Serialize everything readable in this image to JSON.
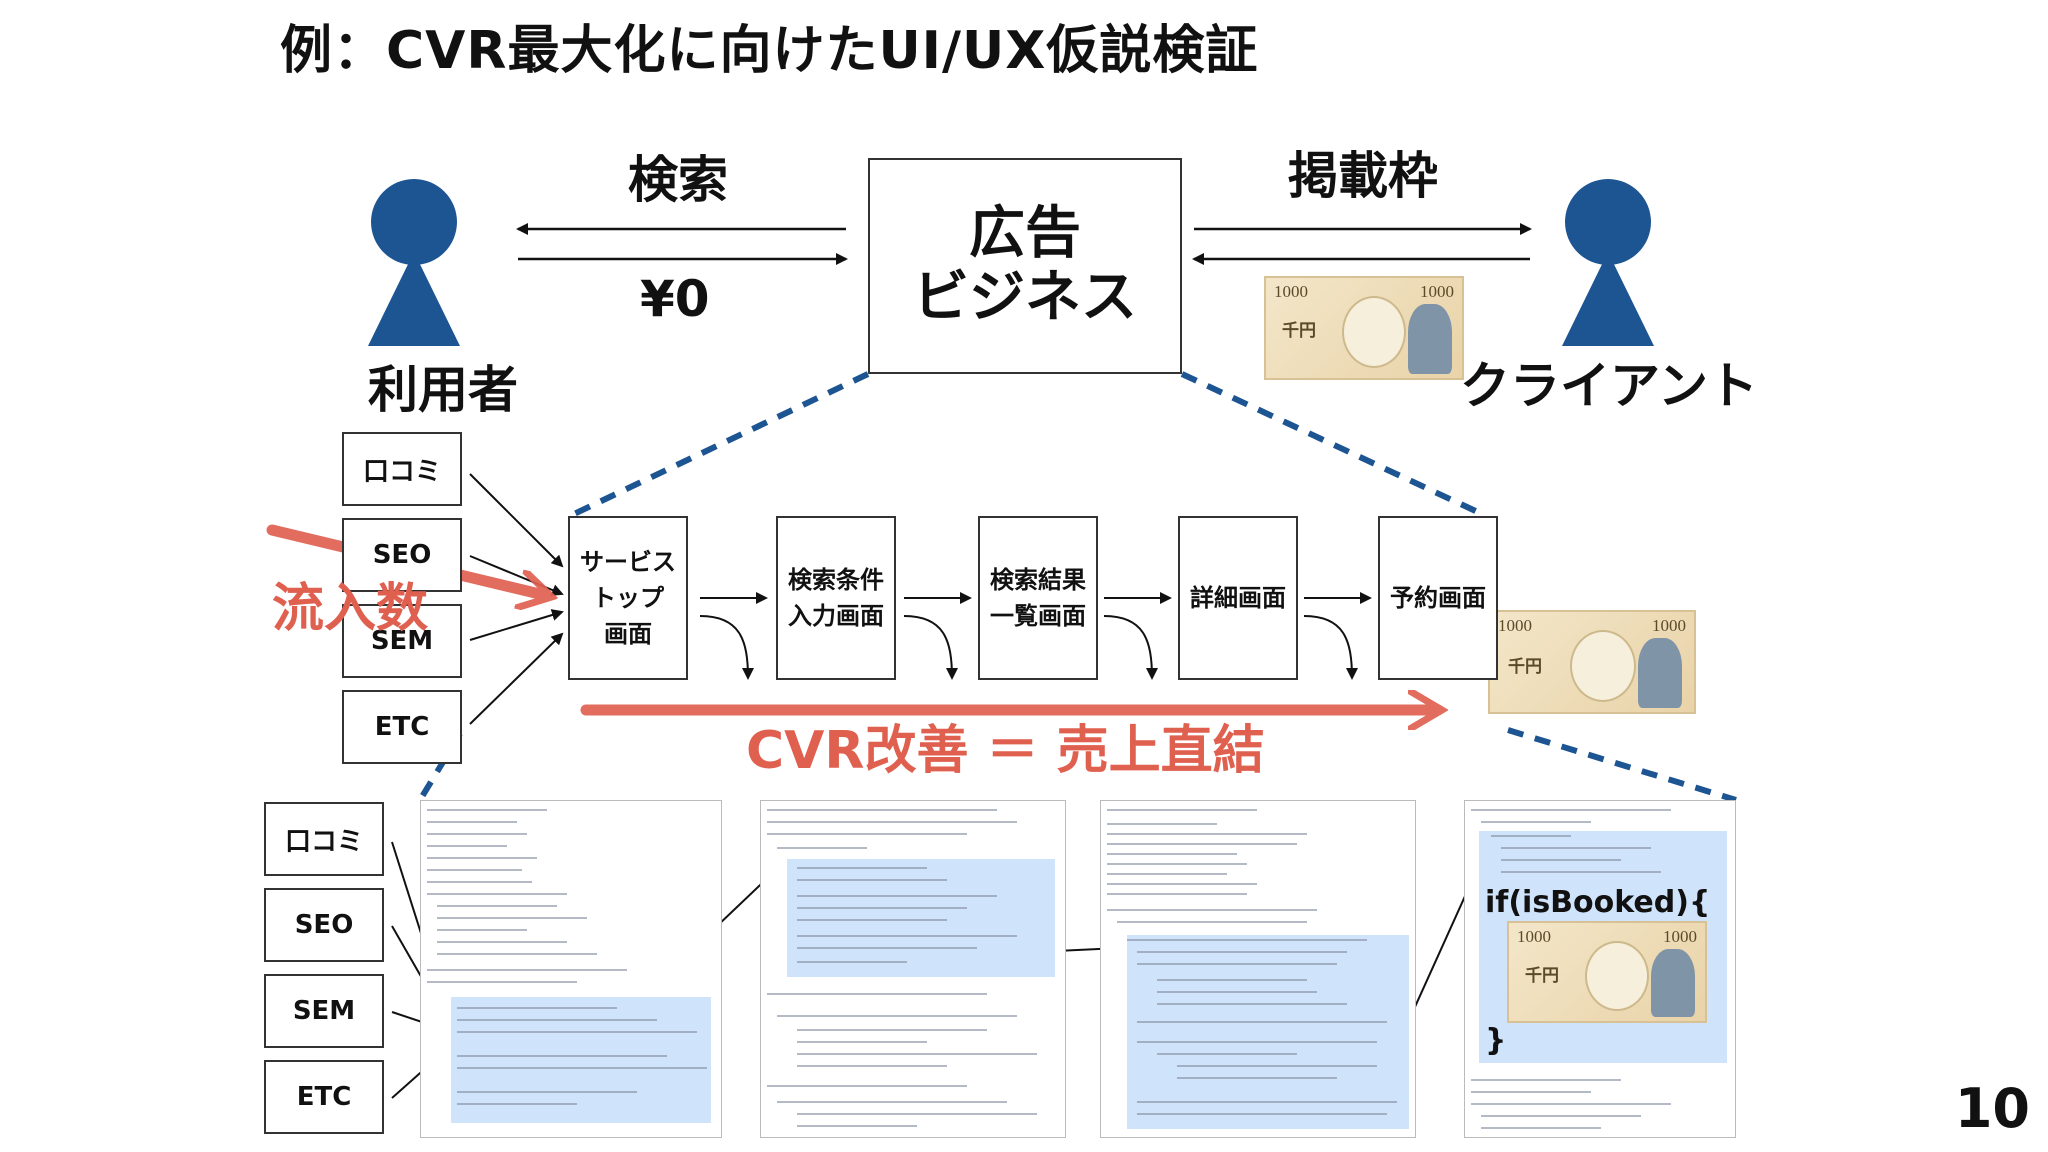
{
  "title": "例：CVR最大化に向けたUI/UX仮説検証",
  "top": {
    "left_label_top": "検索",
    "left_label_bottom": "¥0",
    "right_label_top": "掲載枠",
    "center_line1": "広告",
    "center_line2": "ビジネス",
    "user_label": "利用者",
    "client_label": "クライアント"
  },
  "bill": {
    "denom_a": "1000",
    "denom_b": "1000",
    "kanji": "千円"
  },
  "flow": {
    "sources": [
      "口コミ",
      "SEO",
      "SEM",
      "ETC"
    ],
    "steps": [
      [
        "サービス",
        "トップ",
        "画面"
      ],
      [
        "検索条件",
        "入力画面"
      ],
      [
        "検索結果",
        "一覧画面"
      ],
      [
        "詳細画面"
      ],
      [
        "予約画面"
      ]
    ],
    "inflow_label": "流入数",
    "cvr_label": "CVR改善 ＝ 売上直結"
  },
  "code": {
    "sources": [
      "口コミ",
      "SEO",
      "SEM",
      "ETC"
    ],
    "snippet_open": "if(isBooked){",
    "snippet_close": "}"
  },
  "colors": {
    "accent_blue": "#1c5592",
    "accent_red": "#e06050",
    "highlight": "#cfe3fa"
  },
  "page_number": "10"
}
